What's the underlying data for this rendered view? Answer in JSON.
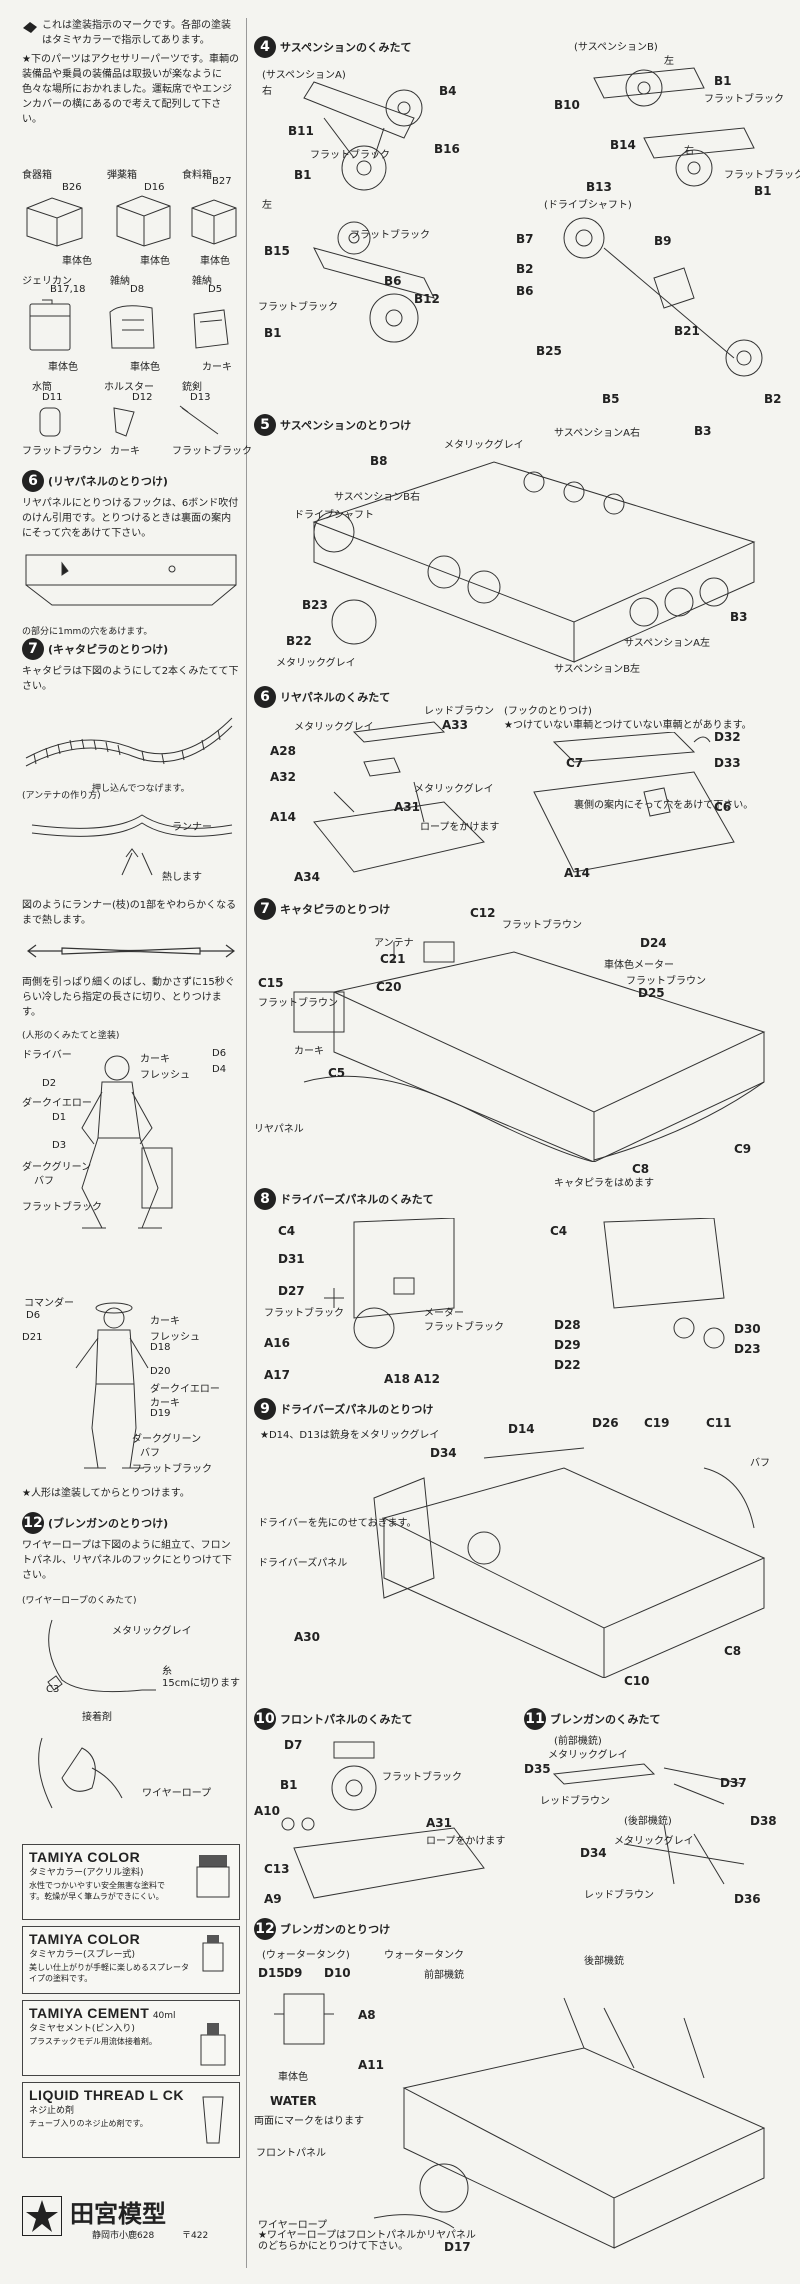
{
  "intro": {
    "line1": "これは塗装指示のマークです。各部の塗装はタミヤカラーで指示してあります。",
    "line2": "★下のパーツはアクセサリーパーツです。車輌の装備品や乗員の装備品は取扱いが楽なように色々な場所におかれました。運転席でやエンジンカバーの横にあるので考えて配列して下さい。"
  },
  "accessories": {
    "row1": [
      {
        "label": "食器箱",
        "part": "B26"
      },
      {
        "label": "弾薬箱",
        "part": "D16"
      },
      {
        "label": "食料箱",
        "part": "B27"
      }
    ],
    "row1_color": "車体色",
    "row2": [
      {
        "label": "ジェリカン",
        "part": "B17,18"
      },
      {
        "label": "雑納",
        "part": "D8"
      },
      {
        "label": "雑納",
        "part": "D5"
      }
    ],
    "row2_colors": [
      "車体色",
      "車体色",
      "カーキ"
    ],
    "row3": [
      {
        "label": "水筒",
        "part": "D11",
        "color": "フラットブラウン"
      },
      {
        "label": "ホルスター",
        "part": "D12",
        "color": "カーキ"
      },
      {
        "label": "銃剣",
        "part": "D13",
        "color": "フラットブラック"
      }
    ]
  },
  "step6_left": {
    "num": "6",
    "title": "(リヤパネルのとりつけ)",
    "body": "リヤパネルにとりつけるフックは、6ボンド吹付のけん引用です。とりつけるときは裏面の案内にそって穴をあけて下さい。",
    "note": "の部分に1mmの穴をあけます。"
  },
  "step7_left": {
    "num": "7",
    "title": "(キャタピラのとりつけ)",
    "body": "キャタピラは下図のようにして2本くみたてて下さい。",
    "note": "押し込んでつなげます。"
  },
  "antenna": {
    "title": "(アンテナの作り方)",
    "runner": "ランナー",
    "heat": "熱します",
    "body1": "図のようにランナー(枝)の1部をやわらかくなるまで熱します。",
    "body2": "両側を引っぱり細くのばし、動かさずに15秒ぐらい冷したら指定の長さに切り、とりつけます。"
  },
  "figures": {
    "title": "(人形のくみたてと塗装)",
    "driver": "ドライバー",
    "commander": "コマンダー",
    "labels_driver": [
      "カーキ",
      "フレッシュ",
      "ダークイエロー",
      "ダークグリーン",
      "バフ",
      "フラットブラック"
    ],
    "parts_driver": [
      "D6",
      "D4",
      "D2",
      "D1",
      "D3"
    ],
    "labels_cmd": [
      "カーキ",
      "フレッシュ",
      "ダークイエロー",
      "カーキ",
      "ダークグリーン",
      "バフ",
      "フラットブラック"
    ],
    "parts_cmd": [
      "D6",
      "D21",
      "D18",
      "D20",
      "D19"
    ],
    "note": "★人形は塗装してからとりつけます。"
  },
  "step12_left": {
    "num": "12",
    "title": "(ブレンガンのとりつけ)",
    "body": "ワイヤーロープは下図のように組立て、フロントパネル、リヤパネルのフックにとりつけて下さい。",
    "wire_title": "(ワイヤーロープのくみたて)",
    "metallic": "メタリックグレイ",
    "thread": "糸",
    "thread_len": "15cmに切ります",
    "part": "C3",
    "adhesive": "接着剤",
    "wire": "ワイヤーロープ"
  },
  "brands": [
    {
      "title": "TAMIYA COLOR",
      "sub": "タミヤカラー(アクリル塗料)",
      "body": "水性でつかいやすい安全無害な塗料です。乾燥が早く筆ムラができにくい。"
    },
    {
      "title": "TAMIYA COLOR",
      "sub": "タミヤカラー(スプレー式)",
      "body": "美しい仕上がりが手軽に楽しめるスプレータイプの塗料です。"
    },
    {
      "title": "TAMIYA CEMENT",
      "sub": "タミヤセメント(ビン入り)",
      "extra": "40ml",
      "body": "プラスチックモデル用流体接着剤。"
    },
    {
      "title": "LIQUID THREAD L CK",
      "sub": "ネジ止め剤",
      "body": "チューブ入りのネジ止め剤です。"
    }
  ],
  "footer": {
    "company": "田宮模型",
    "address": "静岡市小鹿628",
    "zip": "〒422"
  },
  "steps": [
    {
      "num": "4",
      "title": "サスペンションのくみたて"
    },
    {
      "num": "5",
      "title": "サスペンションのとりつけ"
    },
    {
      "num": "6",
      "title": "リヤパネルのくみたて"
    },
    {
      "num": "7",
      "title": "キャタピラのとりつけ"
    },
    {
      "num": "8",
      "title": "ドライバーズパネルのくみたて"
    },
    {
      "num": "9",
      "title": "ドライバーズパネルのとりつけ"
    },
    {
      "num": "10",
      "title": "フロントパネルのくみたて"
    },
    {
      "num": "11",
      "title": "ブレンガンのくみたて"
    },
    {
      "num": "12",
      "title": "ブレンガンのとりつけ"
    }
  ],
  "step4": {
    "susp_a": "(サスペンションA)",
    "susp_b": "(サスペンションB)",
    "right": "右",
    "left": "左",
    "drive": "(ドライブシャフト)",
    "flat_black": "フラットブラック",
    "parts": [
      "B4",
      "B11",
      "B1",
      "B16",
      "B15",
      "B12",
      "B10",
      "B14",
      "B13",
      "B9",
      "B7",
      "B2",
      "B6",
      "B25",
      "B21",
      "B5"
    ]
  },
  "step5": {
    "labels": [
      "メタリックグレイ",
      "サスペンションA右",
      "サスペンションB右",
      "ドライブシャフト",
      "メタリックグレイ",
      "サスペンションA左",
      "サスペンションB左"
    ],
    "parts": [
      "B8",
      "B3",
      "B23",
      "B22"
    ]
  },
  "step6": {
    "hook": "(フックのとりつけ)",
    "hook_note": "★つけていない車輌とつけていない車輌とがあります。",
    "red_brown": "レッドブラウン",
    "metallic_grey": "メタリックグレイ",
    "rope": "ロープをかけます",
    "back_note": "裏側の案内にそって穴をあけて下さい。",
    "parts": [
      "A33",
      "A28",
      "A32",
      "A31",
      "A14",
      "A34",
      "D32",
      "C7",
      "D33",
      "C6"
    ]
  },
  "step7": {
    "antenna": "アンテナ",
    "flat_brown": "フラットブラウン",
    "body_color": "車体色",
    "meter": "メーター",
    "khaki": "カーキ",
    "rear_panel": "リヤパネル",
    "track_note": "キャタピラをはめます",
    "parts": [
      "C12",
      "D24",
      "C21",
      "C20",
      "D25",
      "C15",
      "C5",
      "C9",
      "C8"
    ]
  },
  "step8": {
    "flat_black": "フラットブラック",
    "meter": "メーター",
    "parts": [
      "C4",
      "D31",
      "D27",
      "A16",
      "A17",
      "A18",
      "A12",
      "D28",
      "D29",
      "D22",
      "D30",
      "D23"
    ]
  },
  "step9": {
    "note": "★D14、D13は銃身をメタリックグレイ",
    "driver": "ドライバーを先にのせておきます。",
    "panel": "ドライバーズパネル",
    "buff": "バフ",
    "parts": [
      "D14",
      "D26",
      "C19",
      "C11",
      "D34",
      "A30",
      "C8",
      "C10"
    ]
  },
  "step10": {
    "flat_black": "フラットブラック",
    "rope": "ロープをかけます",
    "parts": [
      "D7",
      "B1",
      "A10",
      "A31",
      "C13",
      "A9"
    ]
  },
  "step11": {
    "front": "(前部機銃)",
    "rear": "(後部機銃)",
    "metallic": "メタリックグレイ",
    "red_brown": "レッドブラウン",
    "parts": [
      "D35",
      "D37",
      "D38",
      "D34",
      "D36"
    ]
  },
  "step12": {
    "water_tank": "(ウォータータンク)",
    "water_tank2": "ウォータータンク",
    "front_mg": "前部機銃",
    "rear_mg": "後部機銃",
    "body_color": "車体色",
    "water": "WATER",
    "water_note": "両面にマークをはります",
    "front_panel": "フロントパネル",
    "wire": "ワイヤーロープ",
    "wire_note": "★ワイヤーロープはフロントパネルかリヤパネルのどちらかにとりつけて下さい。",
    "parts": [
      "D15",
      "D9",
      "D10",
      "A8",
      "A11",
      "D17"
    ]
  }
}
